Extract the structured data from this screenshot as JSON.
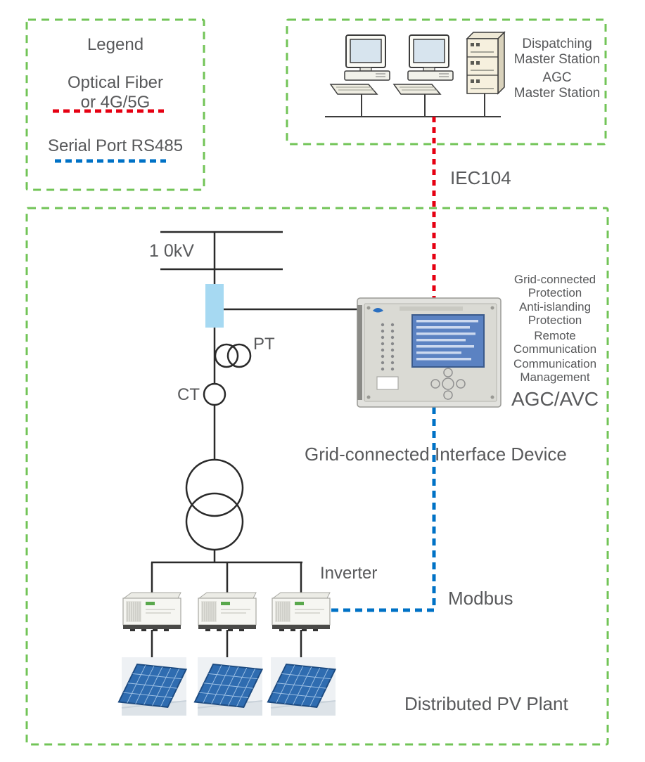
{
  "colors": {
    "box_border_green": "#72c457",
    "optical_line_red": "#e60012",
    "serial_line_blue": "#0072c6",
    "text_gray": "#58595b",
    "breaker_fill": "#a6d9f2",
    "device_screen_blue": "#5b82c2",
    "solar_panel_blue": "#2f6cb0"
  },
  "legend": {
    "title": "Legend",
    "optical_fiber_label": "Optical Fiber\nor 4G/5G",
    "serial_port_label": "Serial Port RS485"
  },
  "master_station": {
    "dispatching_label": "Dispatching\nMaster Station",
    "agc_label": "AGC\nMaster Station"
  },
  "protocols": {
    "iec104": "IEC104",
    "modbus": "Modbus"
  },
  "electrical": {
    "voltage_label": "1 0kV",
    "pt_label": "PT",
    "ct_label": "CT"
  },
  "interface_device": {
    "features": [
      "Grid-connected\nProtection",
      "Anti-islanding\nProtection",
      "Remote\nCommunication",
      "Communication\nManagement"
    ],
    "agc_avc_label": "AGC/AVC",
    "device_label": "Grid-connected Interface Device"
  },
  "pv_plant": {
    "inverter_label": "Inverter",
    "plant_label": "Distributed PV Plant"
  }
}
